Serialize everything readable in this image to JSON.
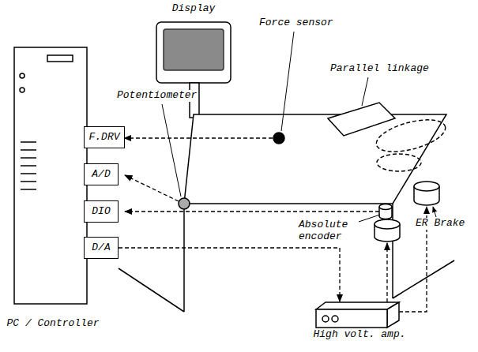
{
  "diagram": {
    "nodes": [
      {
        "text": [
          "Display"
        ]
      },
      {
        "text": [
          "PC / Controller"
        ]
      },
      {
        "text": [
          "F.DRV"
        ]
      },
      {
        "text": [
          "A/D"
        ]
      },
      {
        "text": [
          "DIO"
        ]
      },
      {
        "text": [
          "D/A"
        ]
      },
      {
        "text": [
          "High volt. amp."
        ]
      }
    ],
    "edges": [
      {
        "from": 5,
        "to": 6,
        "arrow": "to"
      }
    ],
    "labels": [
      "Force sensor",
      "Parallel linkage",
      "Potentiometer",
      "Absolute encoder",
      "ER Brake"
    ]
  }
}
